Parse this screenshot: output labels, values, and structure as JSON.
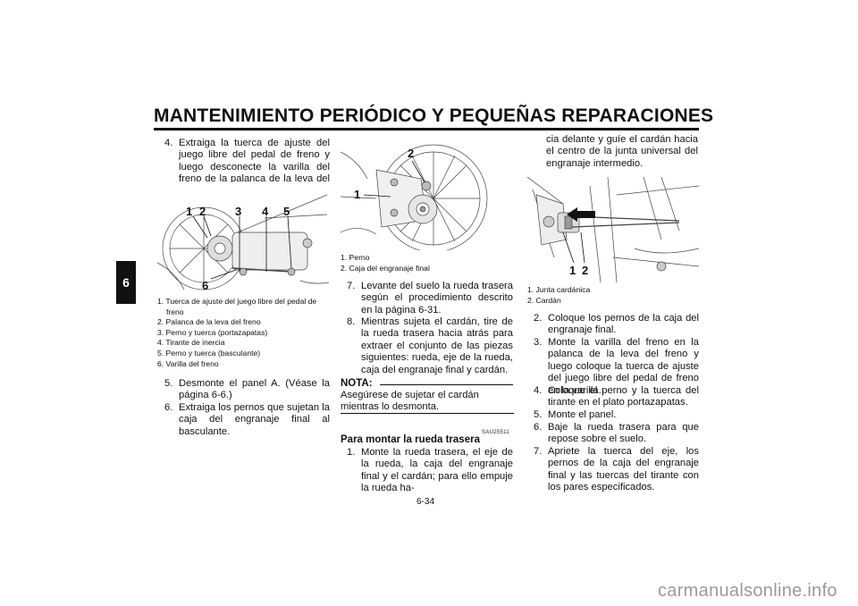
{
  "header": {
    "title": "MANTENIMIENTO PERIÓDICO Y PEQUEÑAS REPARACIONES"
  },
  "chapter_tab": "6",
  "col1": {
    "step4_num": "4.",
    "step4_text": "Extraiga la tuerca de ajuste del juego libre del pedal de freno y luego desconecte la varilla del freno de la palanca de la leva del freno.",
    "fig_labels": [
      "1",
      "2",
      "3",
      "4",
      "5",
      "6"
    ],
    "captions": [
      "1. Tuerca de ajuste del juego libre del pedal de",
      "freno",
      "2. Palanca de la leva del freno",
      "3. Perno y tuerca (portazapatas)",
      "4. Tirante de inercia",
      "5. Perno y tuerca (basculante)",
      "6. Varilla del freno"
    ],
    "step5_num": "5.",
    "step5_text": "Desmonte el panel A. (Véase la página 6-6.)",
    "step6_num": "6.",
    "step6_text": "Extraiga los pernos que sujetan la caja del engranaje final al basculante."
  },
  "col2": {
    "fig_labels": [
      "1",
      "2"
    ],
    "captions": [
      "1. Perno",
      "2. Caja del engranaje final"
    ],
    "step7_num": "7.",
    "step7_text": "Levante del suelo la rueda trasera según el procedimiento descrito en la página 6-31.",
    "step8_num": "8.",
    "step8_text": "Mientras sujeta el cardán, tire de la rueda trasera hacia atrás para extraer el conjunto de las piezas siguientes: rueda, eje de la rueda, caja del engranaje final y cardán.",
    "note_label": "NOTA:",
    "note_text": "Asegúrese de sujetar el cardán mientras lo desmonta.",
    "code": "SAU25511",
    "subhead": "Para montar la rueda trasera",
    "step1_num": "1.",
    "step1_text": "Monte la rueda trasera, el eje de la rueda, la caja del engranaje final y el cardán; para ello empuje la rueda ha-"
  },
  "col3": {
    "cont_text": "cia delante y guíe el cardán hacia el centro de la junta universal del engranaje intermedio.",
    "fig_labels": [
      "1",
      "2"
    ],
    "captions": [
      "1. Junta cardánica",
      "2. Cardán"
    ],
    "steps": [
      {
        "num": "2.",
        "text": "Coloque los pernos de la caja del engranaje final."
      },
      {
        "num": "3.",
        "text": "Monte la varilla del freno en la palanca de la leva del freno y luego coloque la tuerca de ajuste del juego libre del pedal de freno en la varilla."
      },
      {
        "num": "4.",
        "text": "Coloque el perno y la tuerca del tirante en el plato portazapatas."
      },
      {
        "num": "5.",
        "text": "Monte el panel."
      },
      {
        "num": "6.",
        "text": "Baje la rueda trasera para que repose sobre el suelo."
      },
      {
        "num": "7.",
        "text": "Apriete la tuerca del eje, los pernos de la caja del engranaje final y las tuercas del tirante con los pares especificados."
      }
    ]
  },
  "footer": {
    "page_number": "6-34",
    "watermark": "carmanualsonline.info"
  }
}
